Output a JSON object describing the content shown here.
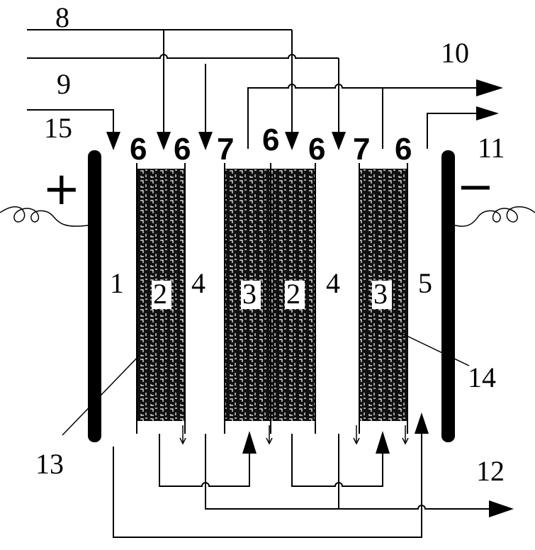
{
  "labels": {
    "l8": "8",
    "l9": "9",
    "l10": "10",
    "l11": "11",
    "l12": "12",
    "l13": "13",
    "l14": "14",
    "l15": "15",
    "l1": "1",
    "l5": "5",
    "plus": "+",
    "minus": "−"
  },
  "chambers": [
    {
      "id": "c2a",
      "label": "2"
    },
    {
      "id": "c4a",
      "label": "4"
    },
    {
      "id": "c3a",
      "label": "3"
    },
    {
      "id": "c2b",
      "label": "2"
    },
    {
      "id": "c4b",
      "label": "4"
    },
    {
      "id": "c3b",
      "label": "3"
    }
  ],
  "top_labels": [
    {
      "id": "t1",
      "label": "6"
    },
    {
      "id": "t2",
      "label": "6"
    },
    {
      "id": "t3",
      "label": "7"
    },
    {
      "id": "t4",
      "label": "6"
    },
    {
      "id": "t5",
      "label": "6"
    },
    {
      "id": "t6",
      "label": "7"
    },
    {
      "id": "t7",
      "label": "6"
    }
  ]
}
